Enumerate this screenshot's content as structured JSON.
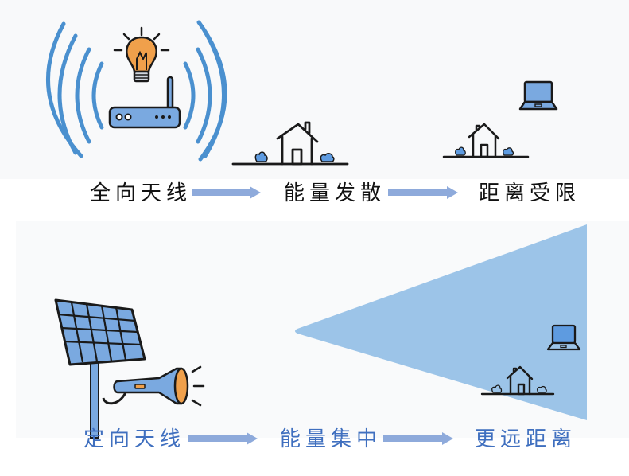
{
  "colors": {
    "wave_blue": "#4a90cf",
    "device_blue": "#7aa9e0",
    "bulb_orange": "#f0a04b",
    "beam_blue": "#9cc4e8",
    "arrow_blue": "#8eaadb",
    "label_dark": "#111111",
    "label_blue": "#3f6fbf",
    "outline": "#1a1a1a"
  },
  "top_row": {
    "title": "omnidirectional",
    "steps": [
      "全向天线",
      "能量发散",
      "距离受限"
    ]
  },
  "bottom_row": {
    "title": "directional",
    "steps": [
      "定向天线",
      "能量集中",
      "更远距离"
    ]
  },
  "icons": {
    "top": [
      "light-bulb-icon",
      "router-icon",
      "radio-waves-icon",
      "house-icon",
      "laptop-icon"
    ],
    "bottom": [
      "solar-panel-icon",
      "flashlight-icon",
      "beam-cone",
      "house-icon",
      "laptop-icon"
    ]
  }
}
